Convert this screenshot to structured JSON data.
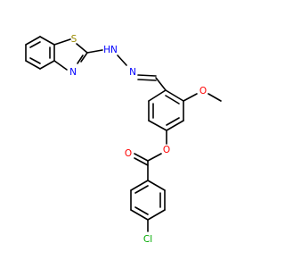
{
  "molecule": {
    "atom_labels": {
      "S": "S",
      "N_thiazole": "N",
      "NH": "HN",
      "N_hydrazone": "N",
      "O_methoxy": "O",
      "O_ester": "O",
      "O_carbonyl": "O",
      "Cl": "Cl"
    },
    "colors": {
      "bond": "#000000",
      "S": "#9a8a00",
      "N": "#0000ff",
      "O": "#ff0000",
      "Cl": "#00aa00"
    }
  }
}
